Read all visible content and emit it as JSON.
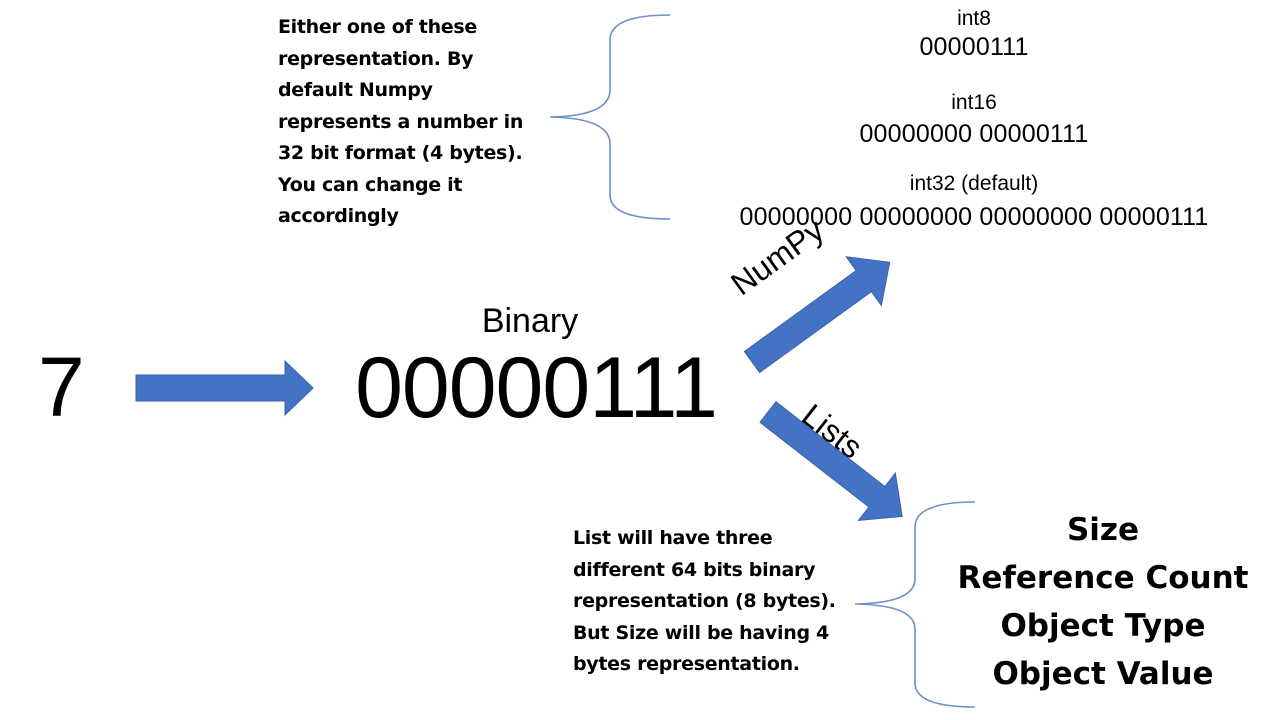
{
  "number": "7",
  "binary": {
    "label": "Binary",
    "value": "00000111"
  },
  "numpy_branch": {
    "label": "NumPy",
    "note": [
      "Either one of these",
      "representation. By",
      "default Numpy",
      "represents a number in",
      "32 bit format (4 bytes).",
      "You can change it",
      "accordingly"
    ],
    "representations": [
      {
        "label": "int8",
        "bits": "00000111"
      },
      {
        "label": "int16",
        "bits": "00000000 00000111"
      },
      {
        "label": "int32 (default)",
        "bits": "00000000 00000000 00000000 00000111"
      }
    ]
  },
  "lists_branch": {
    "label": "Lists",
    "note": [
      "List will have three",
      "different 64 bits binary",
      "representation (8 bytes).",
      "But Size will be having 4",
      "bytes representation."
    ],
    "fields": [
      "Size",
      "Reference Count",
      "Object Type",
      "Object Value"
    ]
  },
  "colors": {
    "arrow": "#4472C4",
    "bracket": "#6E8FC9",
    "text": "#000000"
  }
}
